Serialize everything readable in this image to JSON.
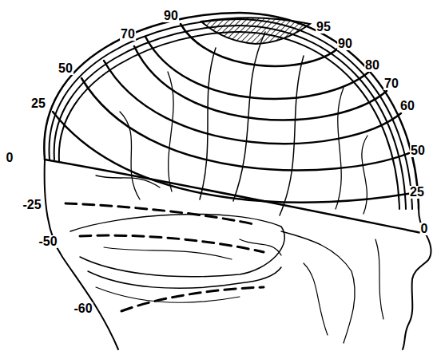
{
  "diagram": {
    "labels": [
      "90",
      "70",
      "50",
      "25",
      "0",
      "-25",
      "-50",
      "-60",
      "95",
      "90",
      "80",
      "70",
      "60",
      "50",
      "25",
      "0"
    ]
  }
}
